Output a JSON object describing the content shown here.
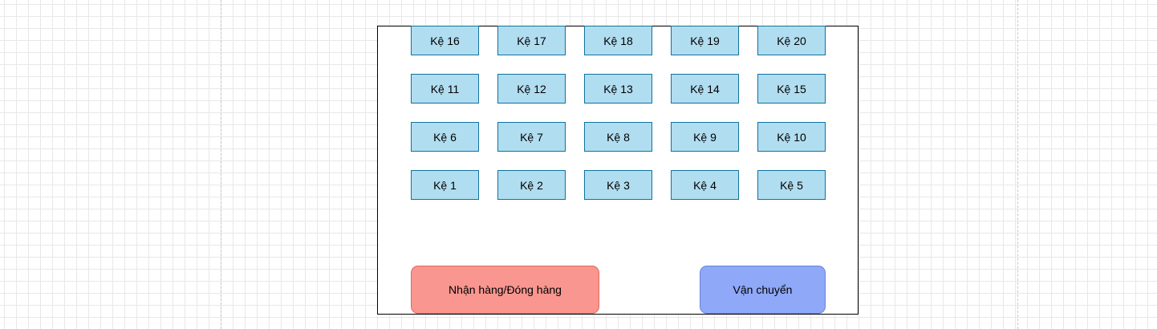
{
  "shelves": [
    {
      "label": "Kệ 16",
      "row": 0,
      "col": 0
    },
    {
      "label": "Kệ 17",
      "row": 0,
      "col": 1
    },
    {
      "label": "Kệ 18",
      "row": 0,
      "col": 2
    },
    {
      "label": "Kệ 19",
      "row": 0,
      "col": 3
    },
    {
      "label": "Kệ 20",
      "row": 0,
      "col": 4
    },
    {
      "label": "Kệ 11",
      "row": 1,
      "col": 0
    },
    {
      "label": "Kệ 12",
      "row": 1,
      "col": 1
    },
    {
      "label": "Kệ 13",
      "row": 1,
      "col": 2
    },
    {
      "label": "Kệ 14",
      "row": 1,
      "col": 3
    },
    {
      "label": "Kệ 15",
      "row": 1,
      "col": 4
    },
    {
      "label": "Kệ 6",
      "row": 2,
      "col": 0
    },
    {
      "label": "Kệ 7",
      "row": 2,
      "col": 1
    },
    {
      "label": "Kệ 8",
      "row": 2,
      "col": 2
    },
    {
      "label": "Kệ 9",
      "row": 2,
      "col": 3
    },
    {
      "label": "Kệ 10",
      "row": 2,
      "col": 4
    },
    {
      "label": "Kệ 1",
      "row": 3,
      "col": 0
    },
    {
      "label": "Kệ 2",
      "row": 3,
      "col": 1
    },
    {
      "label": "Kệ 3",
      "row": 3,
      "col": 2
    },
    {
      "label": "Kệ 4",
      "row": 3,
      "col": 3
    },
    {
      "label": "Kệ 5",
      "row": 3,
      "col": 4
    }
  ],
  "zones": {
    "receiving_label": "Nhận hàng/Đóng hàng",
    "shipping_label": "Vận chuyển"
  },
  "colors": {
    "shelf_fill": "#b1ddf0",
    "shelf_stroke": "#10739e",
    "receiving_fill": "#f8968f",
    "shipping_fill": "#8fa8f8"
  }
}
